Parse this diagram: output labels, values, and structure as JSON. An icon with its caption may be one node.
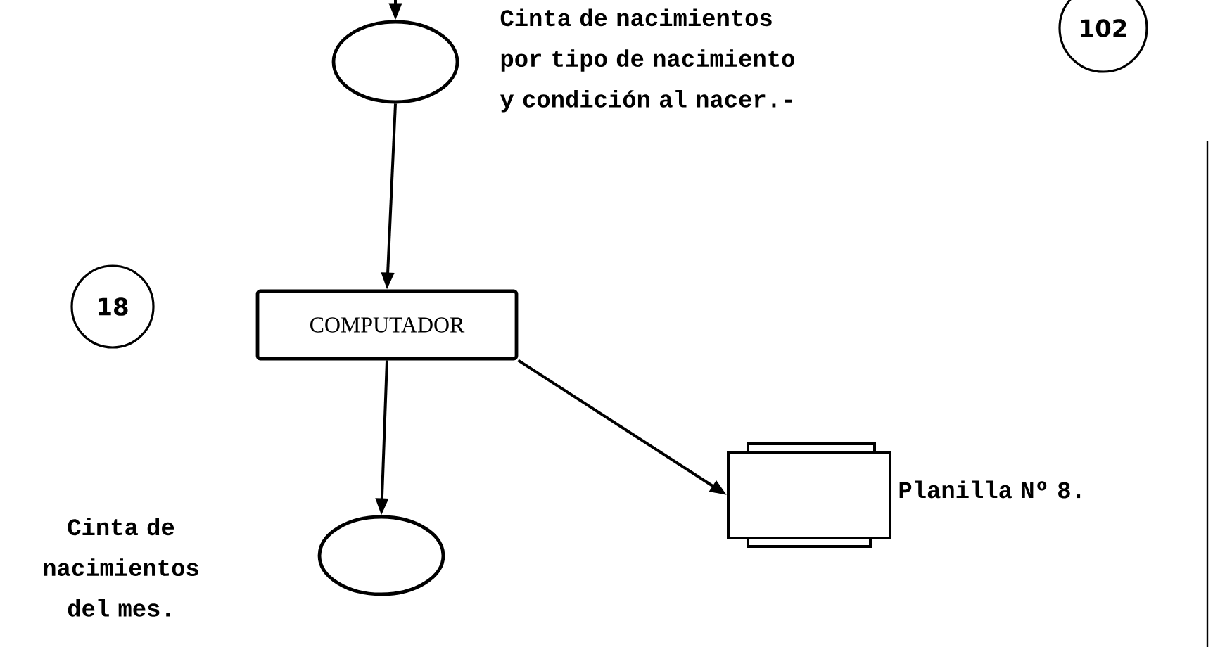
{
  "diagram": {
    "nodes": [
      {
        "text": [],
        "shape": "oval",
        "beside": [
          "Cinta de nacimientos por tipo de nacimiento y condición al nacer.-"
        ]
      },
      {
        "text": [
          "102"
        ]
      },
      {
        "text": [
          "18"
        ]
      },
      {
        "text": [
          "COMPUTADOR"
        ]
      },
      {
        "text": [],
        "shape": "box",
        "beside": [
          "Planilla Nº 8."
        ]
      },
      {
        "text": [],
        "shape": "oval"
      }
    ],
    "labels": [
      "Cinta de nacimientos del mes."
    ],
    "edges": [
      {
        "from": null,
        "to": 0,
        "arrow": "to"
      },
      {
        "from": 0,
        "to": 3,
        "arrow": "to"
      },
      {
        "from": 3,
        "to": 5,
        "arrow": "to"
      },
      {
        "from": 3,
        "to": 4,
        "arrow": "to"
      }
    ]
  }
}
